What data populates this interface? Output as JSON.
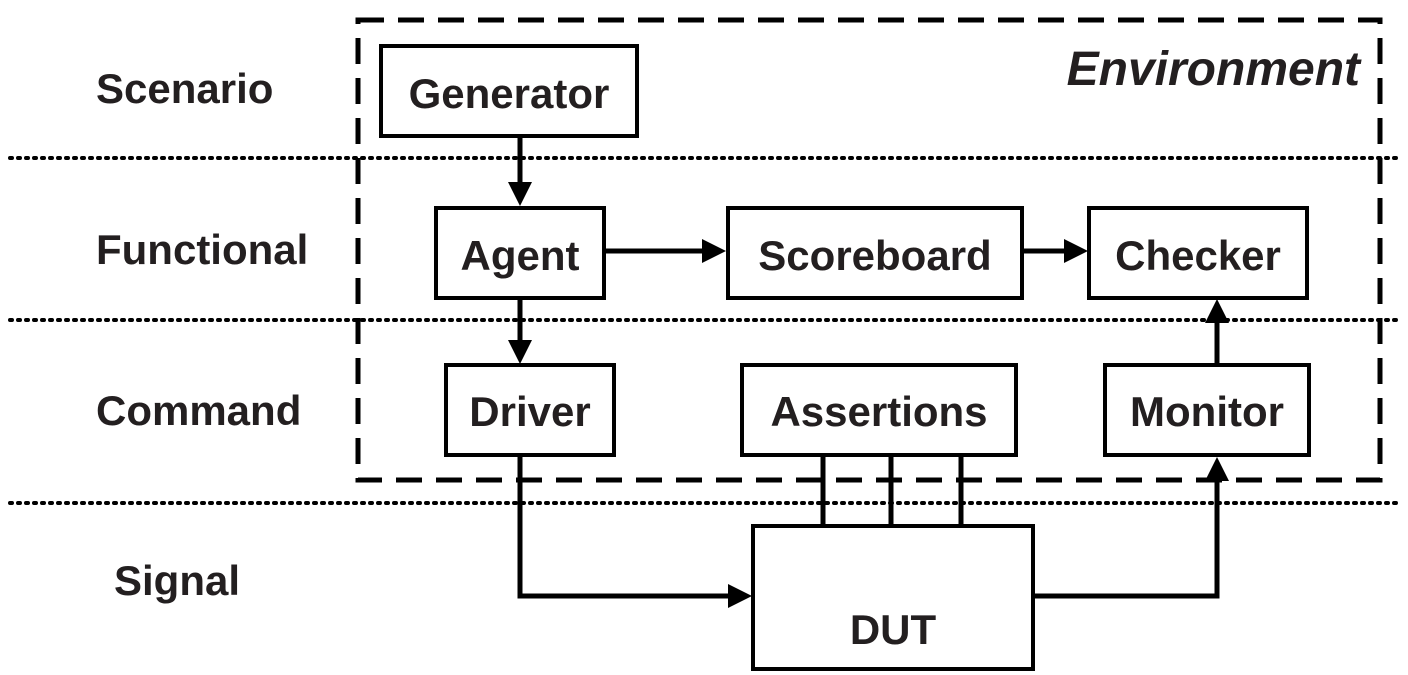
{
  "layers": {
    "scenario": "Scenario",
    "functional": "Functional",
    "command": "Command",
    "signal": "Signal"
  },
  "environment": {
    "label": "Environment"
  },
  "blocks": {
    "generator": "Generator",
    "agent": "Agent",
    "scoreboard": "Scoreboard",
    "checker": "Checker",
    "driver": "Driver",
    "assertions": "Assertions",
    "monitor": "Monitor",
    "dut": "DUT"
  }
}
